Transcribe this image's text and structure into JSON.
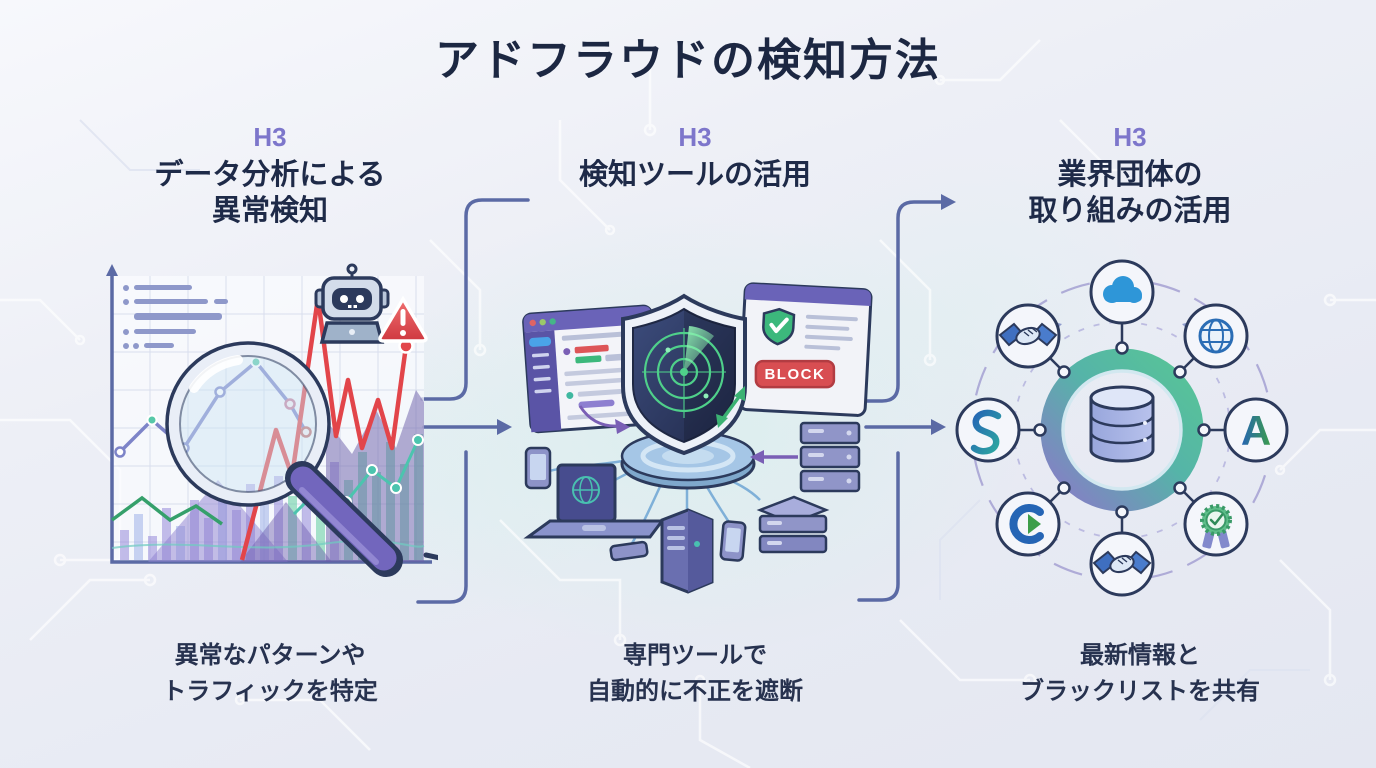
{
  "title": "アドフラウドの検知方法",
  "columns": [
    {
      "tag": "H3",
      "heading": "データ分析による\n異常検知",
      "caption": "異常なパターンや\nトラフィックを特定"
    },
    {
      "tag": "H3",
      "heading": "検知ツールの活用",
      "caption": "専門ツールで\n自動的に不正を遮断"
    },
    {
      "tag": "H3",
      "heading": "業界団体の\n取り組みの活用",
      "caption": "最新情報と\nブラックリストを共有"
    }
  ],
  "illustrations": {
    "data_analysis": {
      "icon": "magnifier-over-anomaly-chart"
    },
    "detection_tool": {
      "block_label": "BLOCK"
    },
    "industry_network": {
      "letter_logo": "A"
    }
  },
  "colors": {
    "title_text": "#1c2742",
    "h3_label": "#7d76cb",
    "heading_text": "#1e2a48",
    "caption_text": "#27324f",
    "flow_arrow": "#5b6aa5",
    "anomaly_red": "#e2454a",
    "alert_red": "#e03e3e",
    "radar_green": "#4fd08a",
    "block_red": "#d84e52",
    "shield_navy": "#2c3a5c",
    "platform_blue": "#a5c6e6",
    "ring_green": "#5fc08e",
    "ring_purple": "#8a7ac8",
    "cloud_blue": "#2e96d8"
  }
}
